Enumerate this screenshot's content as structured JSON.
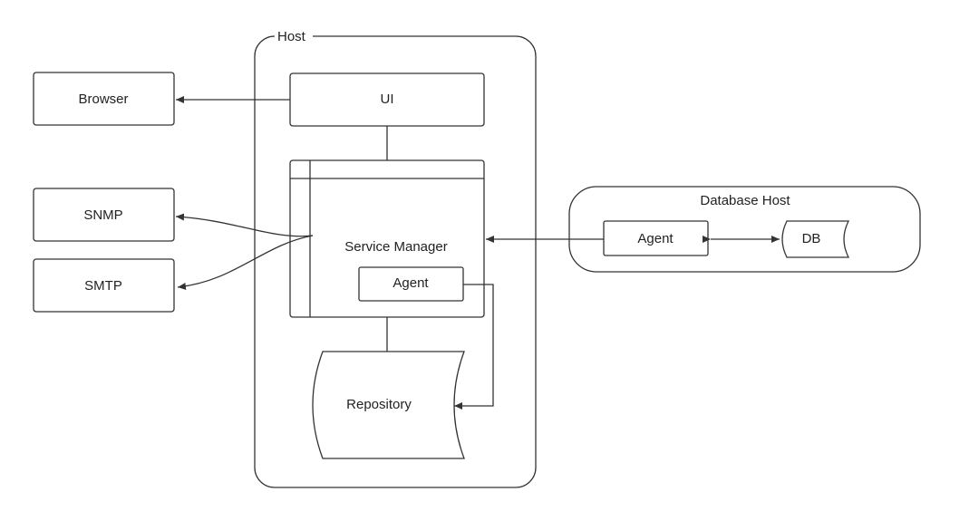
{
  "host": {
    "label": "Host"
  },
  "database_host": {
    "label": "Database Host"
  },
  "nodes": {
    "browser": "Browser",
    "snmp": "SNMP",
    "smtp": "SMTP",
    "ui": "UI",
    "service_manager": "Service Manager",
    "host_agent": "Agent",
    "repository": "Repository",
    "db_agent": "Agent",
    "db": "DB"
  },
  "colors": {
    "stroke": "#333333",
    "text": "#222222",
    "background": "#ffffff"
  }
}
